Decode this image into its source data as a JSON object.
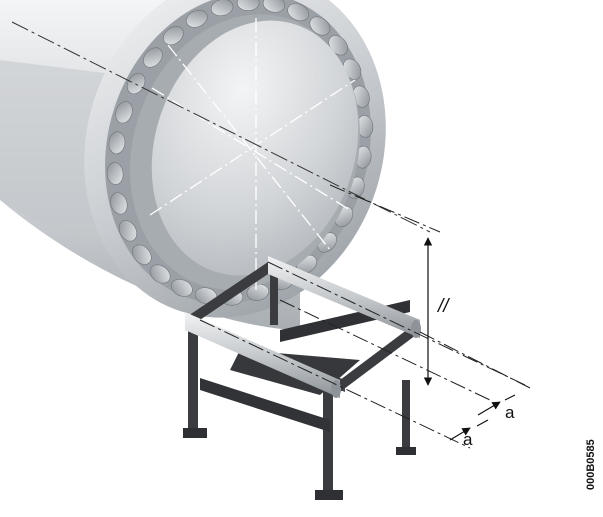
{
  "labels": {
    "parallel": "//",
    "distance_upper": "a",
    "distance_lower": "a",
    "figure_code": "000B0585"
  },
  "colors": {
    "steel_light": "#eceeef",
    "steel_mid": "#b9bdc1",
    "steel_dark": "#7d8287",
    "stand_frame": "#3a3c3f",
    "dimension_line": "#111111"
  },
  "icons": {
    "parallel_symbol": "parallelism-symbol",
    "arrow": "dimension-arrow"
  }
}
